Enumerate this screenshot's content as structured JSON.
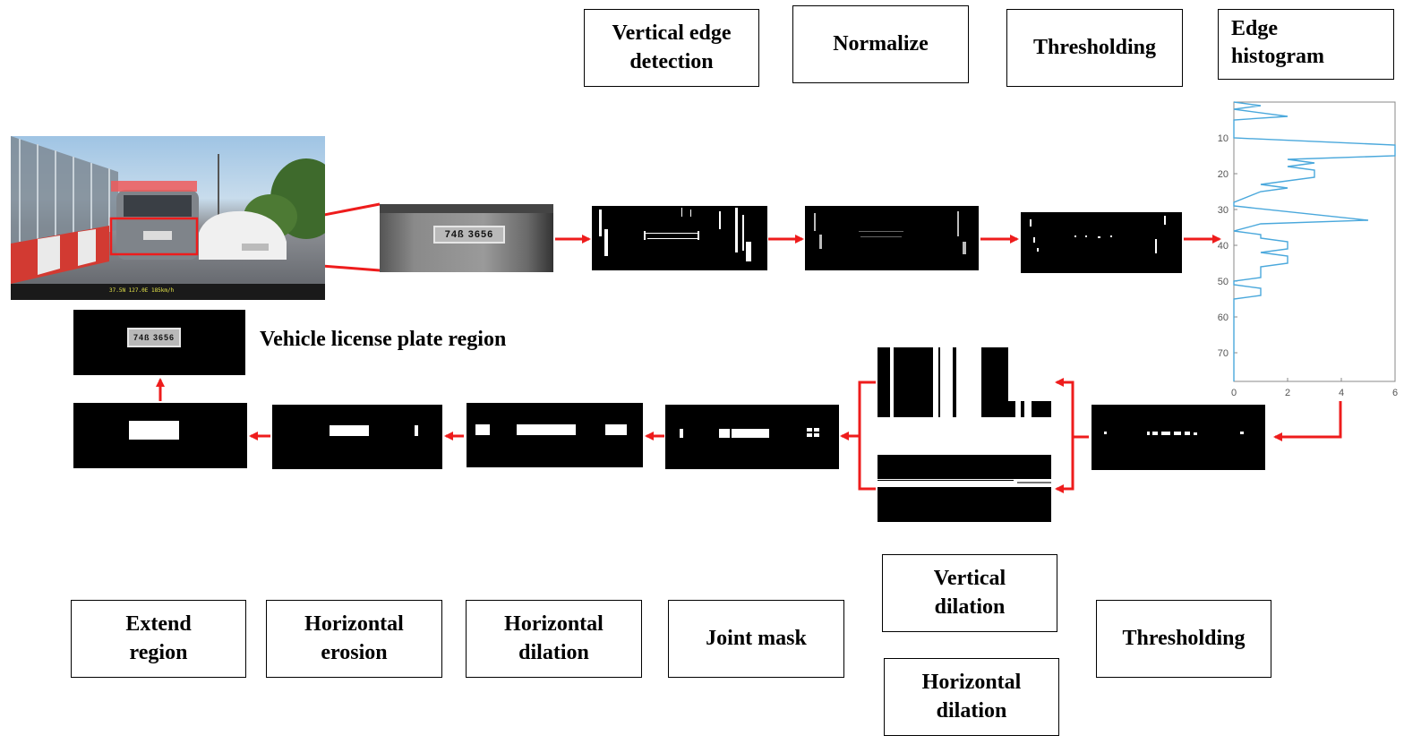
{
  "colors": {
    "arrow": "#ee1c1c",
    "panel": "#000000",
    "histogram_line": "#4aa8dc",
    "box_border": "#000000"
  },
  "steps_top": {
    "vertical_edge_detection": "Vertical edge\ndetection",
    "normalize": "Normalize",
    "thresholding": "Thresholding",
    "edge_histogram": "Edge\nhistogram"
  },
  "steps_bottom": {
    "extend_region": "Extend\nregion",
    "horizontal_erosion": "Horizontal\nerosion",
    "horizontal_dilation": "Horizontal\ndilation",
    "joint_mask": "Joint mask",
    "vertical_dilation": "Vertical\ndilation",
    "horizontal_dilation_2": "Horizontal\ndilation",
    "thresholding_2": "Thresholding"
  },
  "result_label": "Vehicle license plate region",
  "plate_text": "74ß 3656",
  "chart_data": {
    "type": "line",
    "xlim": [
      0,
      6
    ],
    "ylim": [
      0,
      78
    ],
    "x_ticks": [
      "0",
      "2",
      "4",
      "6"
    ],
    "y_ticks": [
      "10",
      "20",
      "30",
      "40",
      "50",
      "60",
      "70"
    ],
    "y_reversed": true,
    "series": [
      {
        "x": [
          0,
          1,
          0,
          2,
          0,
          0,
          0,
          6,
          6,
          2,
          3,
          2,
          3,
          3,
          1,
          2,
          1,
          0,
          0,
          5,
          1,
          0,
          1,
          1,
          2,
          2,
          1,
          2,
          2,
          1,
          1,
          0,
          0,
          1,
          1,
          0,
          0,
          0
        ],
        "y": [
          0,
          1,
          2,
          4,
          5,
          9,
          10,
          12,
          15,
          16,
          17,
          18,
          19,
          21,
          23,
          24,
          25,
          28,
          29,
          33,
          34,
          36,
          37,
          38,
          39,
          41,
          42,
          43,
          45,
          46,
          49,
          50,
          51,
          52,
          54,
          55,
          60,
          78
        ]
      }
    ]
  }
}
